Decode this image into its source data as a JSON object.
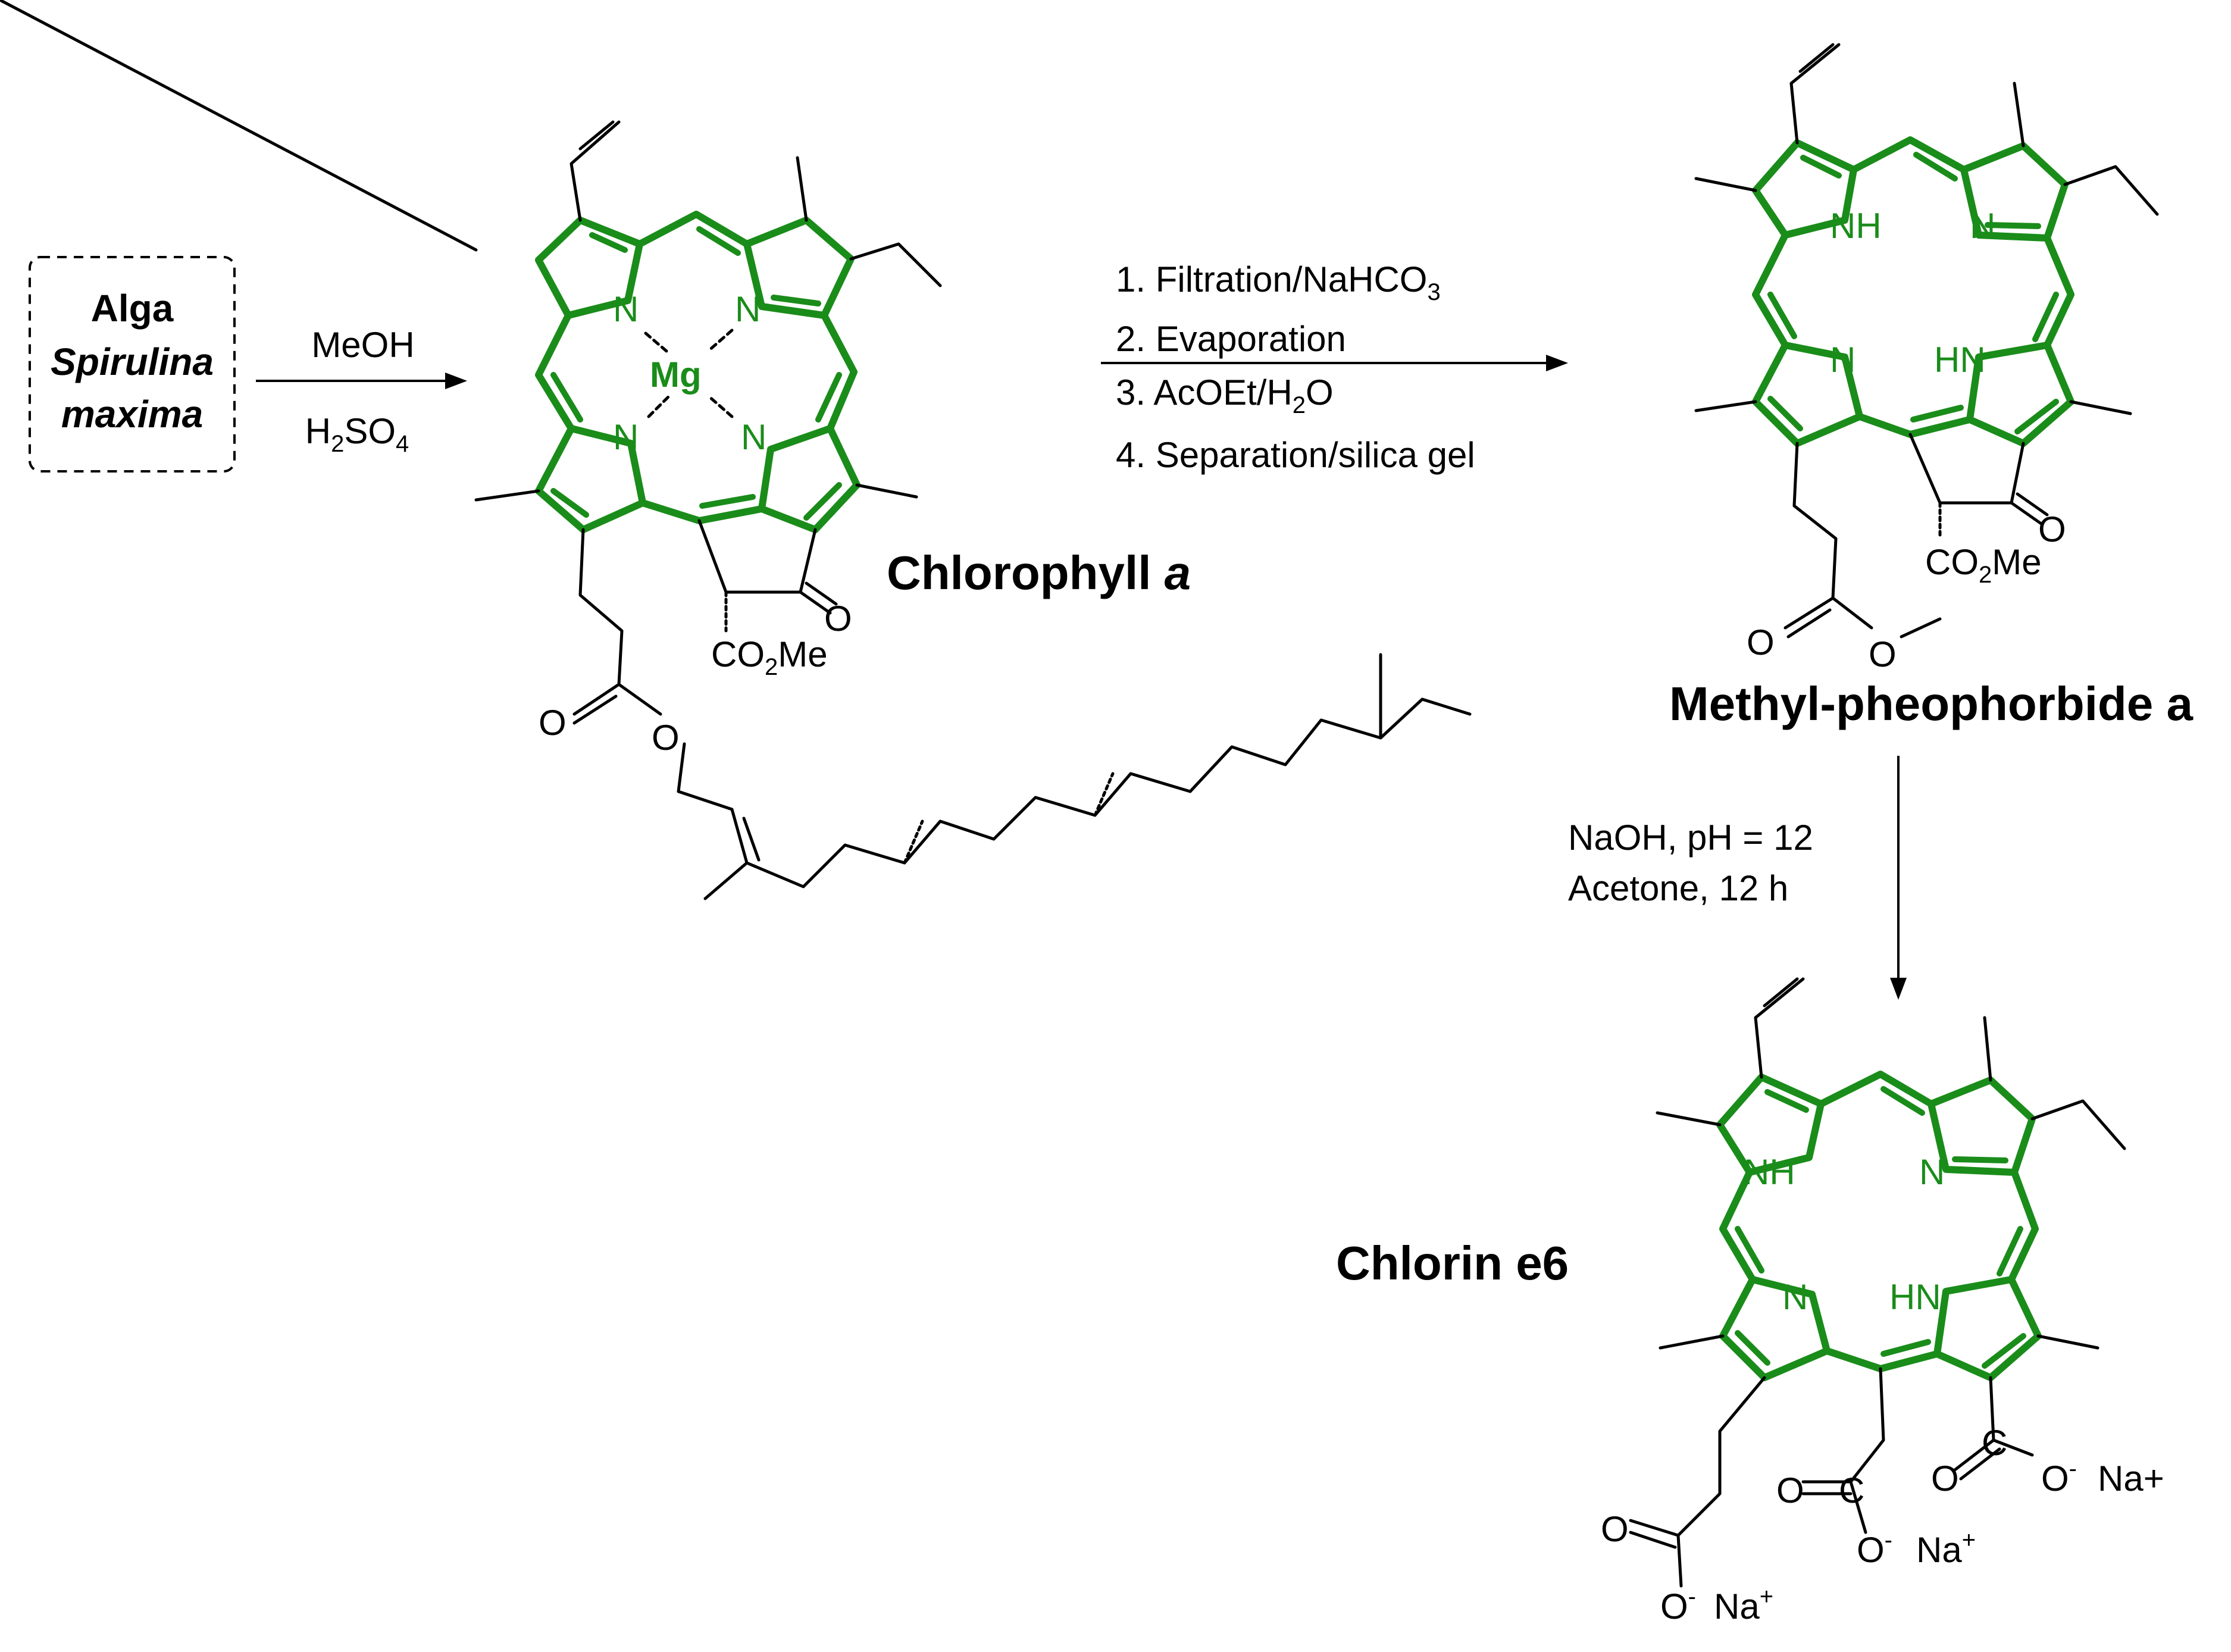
{
  "colors": {
    "ring": "#1a8c1a",
    "bonds": "#000000",
    "background": "#ffffff"
  },
  "source": {
    "line1": "Alga",
    "line2": "Spirulina",
    "line3": "maxima"
  },
  "step1": {
    "reagent_top": "MeOH",
    "reagent_bottom_pre": "H",
    "reagent_bottom_sub1": "2",
    "reagent_bottom_mid": "SO",
    "reagent_bottom_sub2": "4"
  },
  "step2": {
    "line1_pre": "1. Filtration/NaHCO",
    "line1_sub": "3",
    "line2": "2. Evaporation",
    "line3_pre": "3. AcOEt/H",
    "line3_sub": "2",
    "line3_post": "O",
    "line4": "4. Separation/silica gel"
  },
  "step3": {
    "line1": "NaOH, pH = 12",
    "line2": "Acetone, 12 h"
  },
  "compounds": {
    "chlorophyll": {
      "name": "Chlorophyll ",
      "name_italic": "a"
    },
    "pheophorbide": {
      "name": "Methyl-pheophorbide a"
    },
    "chlorin": {
      "name": "Chlorin e6"
    }
  },
  "atoms": {
    "N": "N",
    "NH": "NH",
    "HN": "HN",
    "Mg": "Mg",
    "O": "O",
    "CO2Me_pre": "CO",
    "CO2Me_sub": "2",
    "CO2Me_post": "Me",
    "C": "C",
    "O_minus": "O",
    "minus": "-",
    "Na_plus": "Na+",
    "Na": "Na",
    "plus": "+"
  }
}
